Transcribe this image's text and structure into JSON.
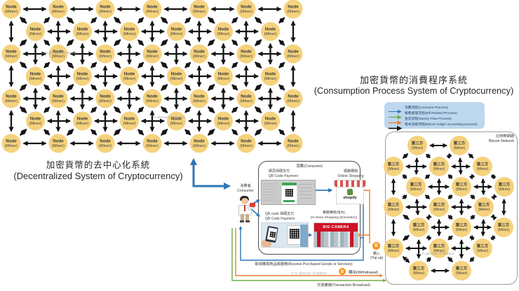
{
  "watermark": "C.H.@Knack of Matters",
  "colors": {
    "node_fill": "#F5D27D",
    "node_text": "#3b3b3b",
    "edge_black": "#141414",
    "consume_blue": "#2E75B6",
    "bill_green": "#70AD47",
    "money_orange": "#ED7D31",
    "ledger_black": "#000000",
    "legend_bg": "#BDD7EE",
    "bitcoin_orange": "#F7931A"
  },
  "left_network": {
    "node_label_1": "Node",
    "node_label_2": "(Miner)",
    "caption_zh": "加密貨幣的去中心化系統",
    "caption_en": "(Decentralized System of Cryptocurrency)"
  },
  "right_panel": {
    "title_zh": "加密貨幣的消費程序系統",
    "title_en": "(Consumption Process System of Cryptocurrency)",
    "legend_items": [
      {
        "label": "消費流程(Consume Process)",
        "color": "#2E75B6",
        "width": 1.1
      },
      {
        "label": "帳務處理流程(Bill Related Process)",
        "color": "#70AD47",
        "width": 1.3
      },
      {
        "label": "金流流程(Money Flow Process)",
        "color": "#ED7D31",
        "width": 1.3
      },
      {
        "label": "帳本記帳流程(Bitcoin ledger accounting process)",
        "color": "#000000",
        "width": 1.5
      }
    ],
    "bitcoin_network": {
      "label_zh": "比特幣網絡",
      "label_en": "Bitcoin Network",
      "node_label_1": "第三方",
      "node_label_2": "(Miner)"
    }
  },
  "consume_flow": {
    "box_title": "消費(Consume)",
    "consumer_zh": "消費者",
    "consumer_en": "Consumer",
    "web_qr_zh": "網頁掃碼支付",
    "web_qr_en": "QR Code Payment",
    "online_zh": "網路購物",
    "online_en": "Online Shopping",
    "shopify_label": "shopify",
    "instore_qr_zh": "QR code 掃碼支付",
    "instore_qr_en": "QR Code Payment",
    "instore_zh": "實體購物(境內)",
    "instore_en": "(In-Store Shopping (Domestic))",
    "big_camera_label": "BIG CAMERA",
    "receive_label": "取得購買商品或服務(Receive Purchased Goods or Services)",
    "withdraw_label": "轉出(Withdrawal)",
    "topup_zh": "轉入",
    "topup_en": "(Top up)",
    "broadcast_label": "交易廣播(Transaction Broadcast)",
    "bitcoin_symbol": "B"
  }
}
